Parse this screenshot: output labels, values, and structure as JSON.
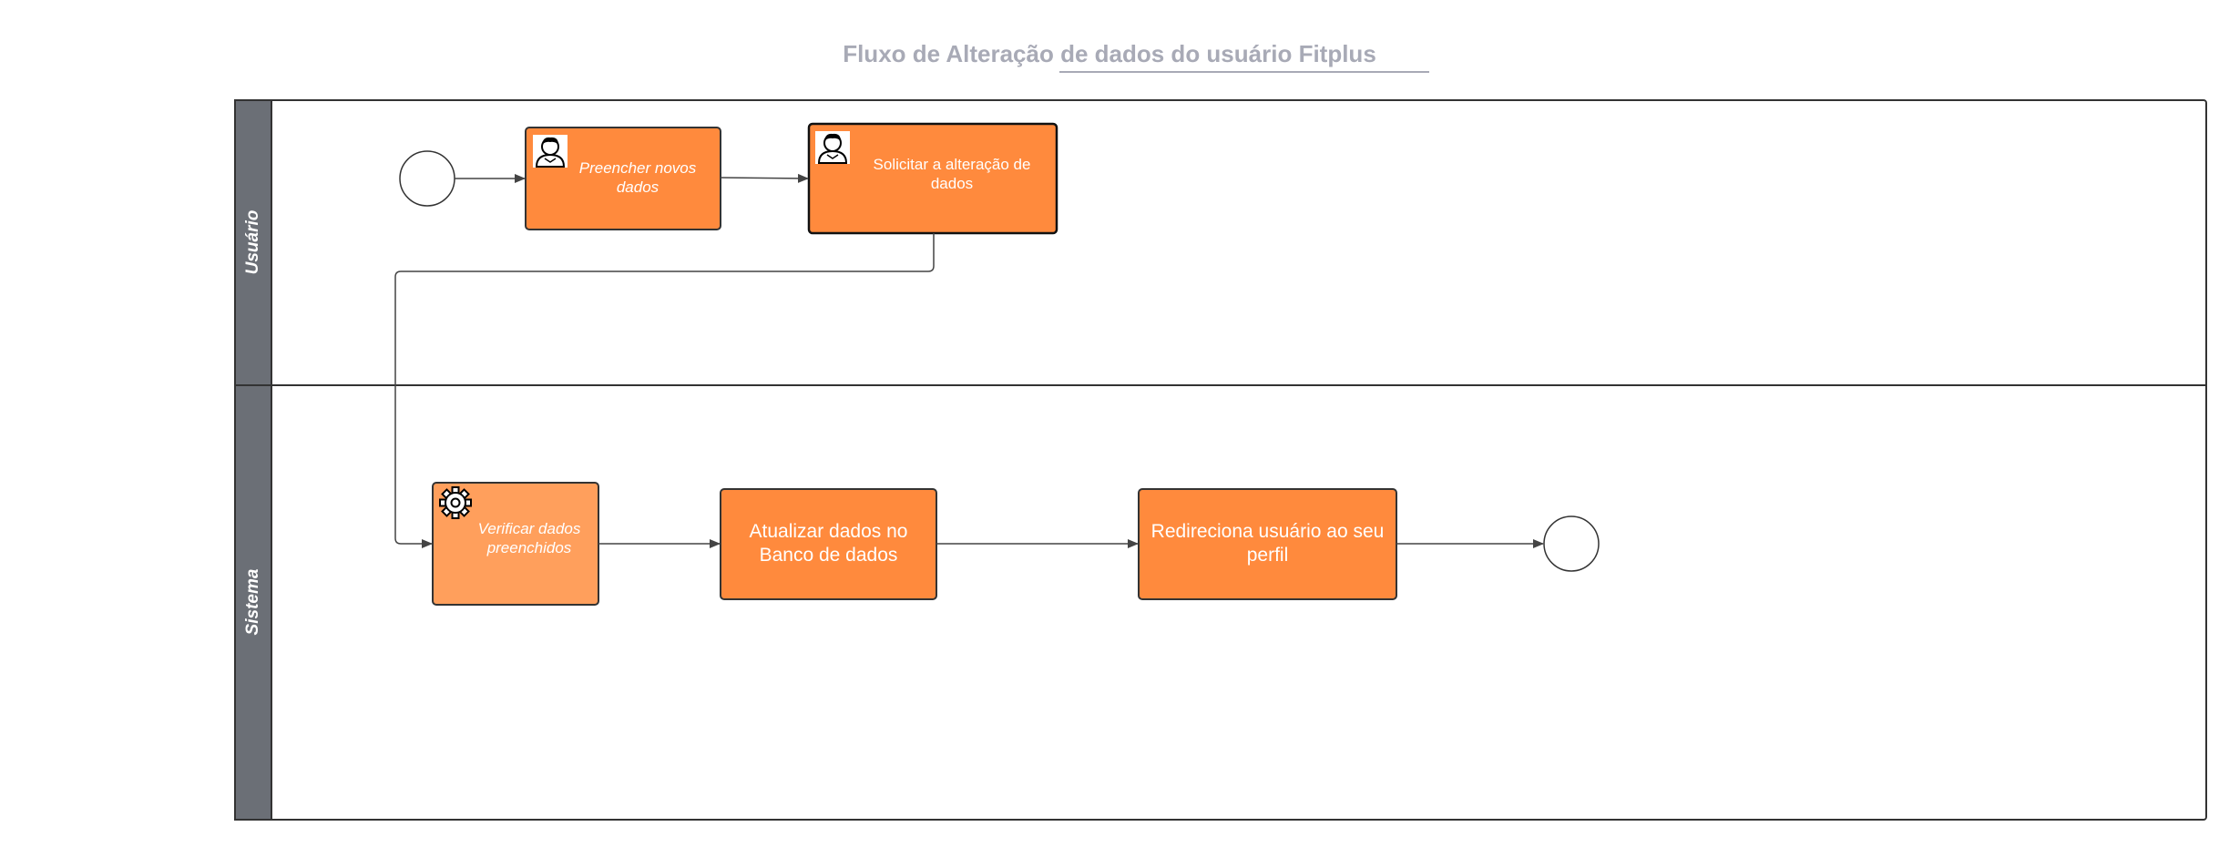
{
  "title": {
    "prefix": "Fluxo de ",
    "underlined": "Alteração de dados do usuário",
    "suffix": " Fitplus"
  },
  "lanes": [
    {
      "label": "Usuário"
    },
    {
      "label": "Sistema"
    }
  ],
  "tasks": {
    "preencher": {
      "label": "Preencher novos dados",
      "icon": "user-icon"
    },
    "solicitar": {
      "label": "Solicitar a alteração de dados",
      "icon": "user-icon"
    },
    "verificar": {
      "label": "Verificar dados preenchidos",
      "icon": "gear-icon"
    },
    "atualizar": {
      "label": "Atualizar dados no Banco de dados"
    },
    "redireciona": {
      "label": "Redireciona usuário ao seu perfil"
    }
  },
  "colors": {
    "task": "#ff8a3d",
    "task_light": "#ff9f5c",
    "lane_header": "#6b6f76",
    "border": "#333333",
    "title": "#a8aab6"
  }
}
